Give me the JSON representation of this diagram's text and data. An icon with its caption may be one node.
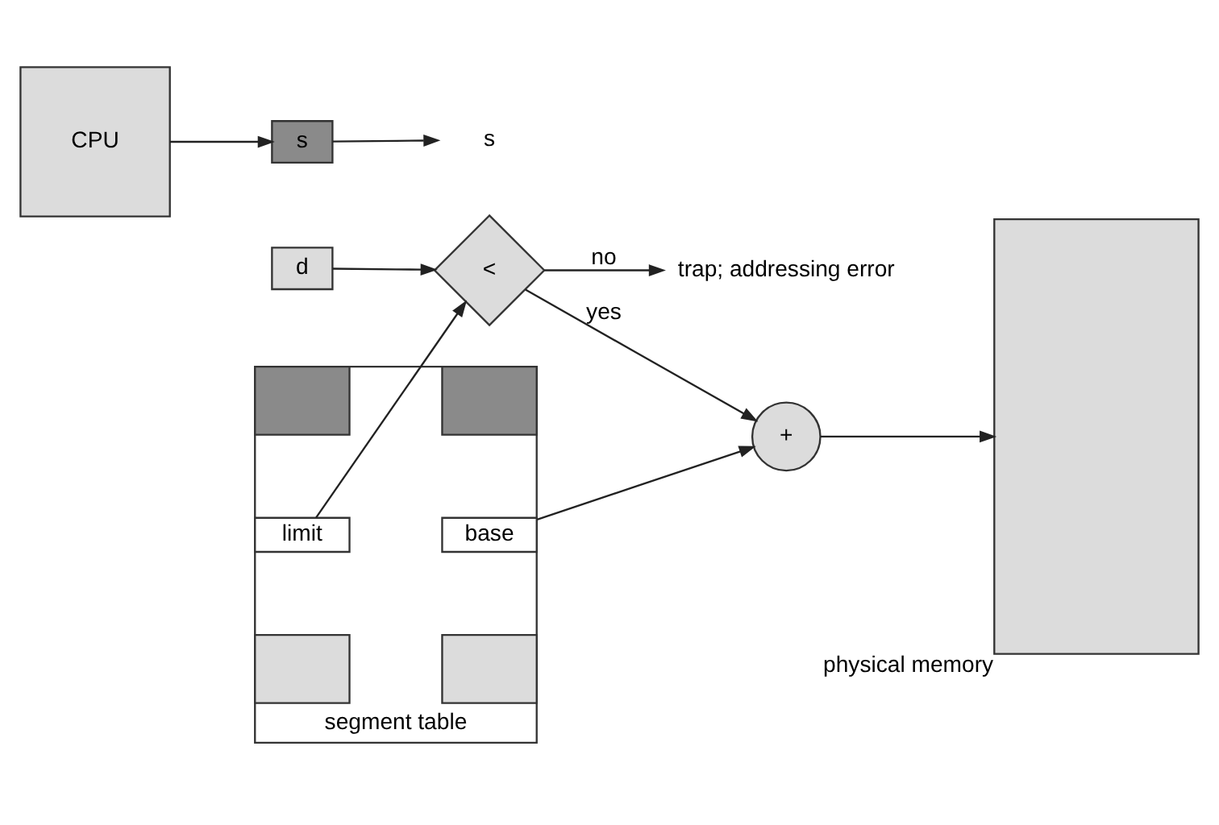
{
  "diagram": {
    "nodes": [
      {
        "text": [
          "CPU"
        ]
      },
      {
        "text": [
          "s"
        ]
      },
      {
        "text": [
          "d"
        ]
      },
      {
        "text": [
          "s"
        ]
      },
      {
        "text": [],
        "shape": "box",
        "beside": [
          "segment table"
        ]
      },
      {
        "text": [],
        "shape": "box",
        "in": 4
      },
      {
        "text": [],
        "shape": "box",
        "in": 4
      },
      {
        "text": [
          "limit"
        ],
        "in": 4
      },
      {
        "text": [
          "base"
        ],
        "in": 4
      },
      {
        "text": [],
        "shape": "box",
        "in": 4
      },
      {
        "text": [],
        "shape": "box",
        "in": 4
      },
      {
        "text": [
          "<"
        ]
      },
      {
        "text": [
          "+"
        ]
      },
      {
        "text": [],
        "shape": "box",
        "beside": [
          "physical memory"
        ]
      },
      {
        "text": [
          "trap; addressing error"
        ]
      }
    ],
    "edges": [
      {
        "from": 0,
        "to": 1,
        "arrow": "to"
      },
      {
        "from": 1,
        "to": 3,
        "arrow": "to"
      },
      {
        "from": 2,
        "to": 11,
        "arrow": "to"
      },
      {
        "from": 7,
        "to": 11,
        "arrow": "to"
      },
      {
        "from": 8,
        "to": 12,
        "arrow": "to"
      },
      {
        "from": 11,
        "to": 12,
        "label": "yes",
        "arrow": "to"
      },
      {
        "from": 11,
        "to": 14,
        "label": "no",
        "arrow": "to"
      },
      {
        "from": 12,
        "to": 13,
        "arrow": "to"
      }
    ]
  }
}
